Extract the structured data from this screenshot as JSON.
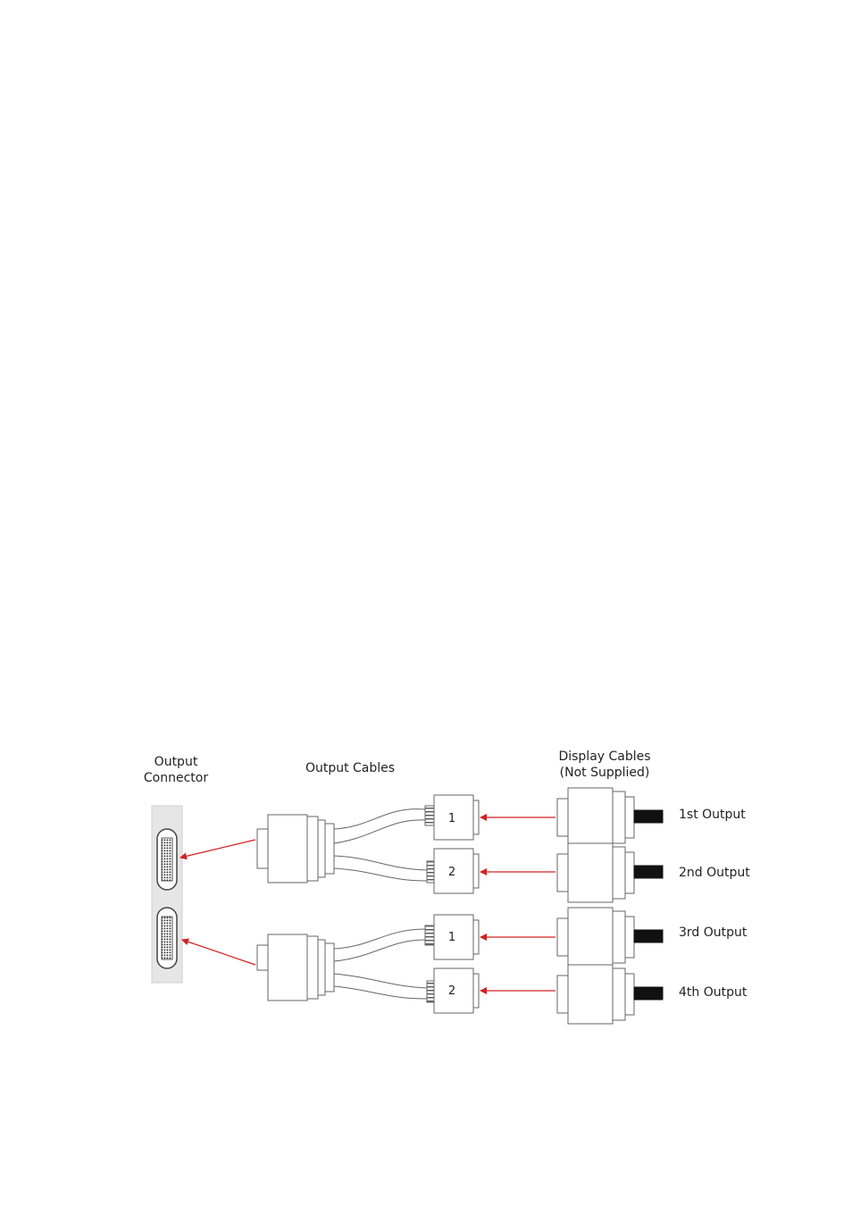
{
  "headings": {
    "output_connector": [
      "Output",
      "Connector"
    ],
    "output_cables": "Output Cables",
    "display_cables": [
      "Display Cables",
      "(Not Supplied)"
    ]
  },
  "splitter_ports": [
    "1",
    "2",
    "1",
    "2"
  ],
  "outputs": [
    "1st Output",
    "2nd Output",
    "3rd Output",
    "4th Output"
  ],
  "colors": {
    "arrow": "#d42020",
    "line": "#666666",
    "panel": "#e6e6e6",
    "cable_black": "#111111"
  }
}
